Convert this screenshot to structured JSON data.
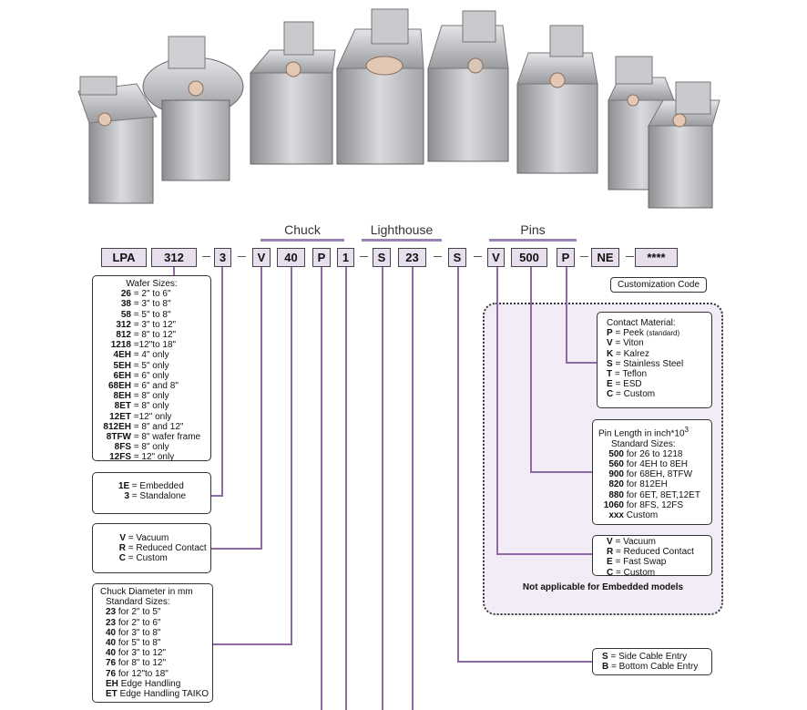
{
  "groups": {
    "chuck": "Chuck",
    "lighthouse": "Lighthouse",
    "pins": "Pins"
  },
  "codes": [
    "LPA",
    "312",
    "3",
    "V",
    "40",
    "P",
    "1",
    "S",
    "23",
    "S",
    "V",
    "500",
    "P",
    "NE",
    "****"
  ],
  "customization": "Customization Code",
  "wafer": {
    "title": "Wafer Sizes:",
    "rows": [
      {
        "code": "26",
        "desc": "= 2\" to  6\""
      },
      {
        "code": "38",
        "desc": "= 3\" to  8\""
      },
      {
        "code": "58",
        "desc": "= 5\" to  8\""
      },
      {
        "code": "312",
        "desc": "= 3\" to 12\""
      },
      {
        "code": "812",
        "desc": "= 8\" to 12\""
      },
      {
        "code": "1218",
        "desc": "=12\"to 18\""
      },
      {
        "code": "4EH",
        "desc": "= 4\"  only"
      },
      {
        "code": "5EH",
        "desc": "= 5\"  only"
      },
      {
        "code": "6EH",
        "desc": "= 6\"  only"
      },
      {
        "code": "68EH",
        "desc": "= 6\"  and 8\""
      },
      {
        "code": "8EH",
        "desc": "= 8\"  only"
      },
      {
        "code": "8ET",
        "desc": "= 8\"  only"
      },
      {
        "code": "12ET",
        "desc": "=12\" only"
      },
      {
        "code": "812EH",
        "desc": "= 8\" and 12\""
      },
      {
        "code": "8TFW",
        "desc": "= 8\" wafer frame"
      },
      {
        "code": "8FS",
        "desc": "= 8\" only"
      },
      {
        "code": "12FS",
        "desc": "= 12\" only"
      }
    ]
  },
  "mount": {
    "rows": [
      {
        "code": "1E",
        "desc": "= Embedded"
      },
      {
        "code": "3",
        "desc": "= Standalone"
      }
    ]
  },
  "chuck_type": {
    "rows": [
      {
        "code": "V",
        "desc": "= Vacuum"
      },
      {
        "code": "R",
        "desc": "= Reduced Contact"
      },
      {
        "code": "C",
        "desc": "= Custom"
      }
    ]
  },
  "diameter": {
    "title": "Chuck Diameter in mm",
    "subtitle": "Standard Sizes:",
    "rows": [
      {
        "code": "23",
        "desc": "for 2\" to  5\""
      },
      {
        "code": "23",
        "desc": "for 2\" to  6\""
      },
      {
        "code": "40",
        "desc": "for 3\" to  8\""
      },
      {
        "code": "40",
        "desc": "for 5\" to  8\""
      },
      {
        "code": "40",
        "desc": "for 3\" to 12\""
      },
      {
        "code": "76",
        "desc": "for 8\" to 12\""
      },
      {
        "code": "76",
        "desc": "for 12\"to 18\""
      },
      {
        "code": "EH",
        "desc": "Edge Handling"
      },
      {
        "code": "ET",
        "desc": "Edge Handling TAIKO"
      }
    ]
  },
  "material": {
    "title": "Contact Material:",
    "rows": [
      {
        "code": "P",
        "desc": "= Peek",
        "extra": "(standard)"
      },
      {
        "code": "V",
        "desc": "= Viton",
        "extra": ""
      },
      {
        "code": "K",
        "desc": "= Kalrez",
        "extra": ""
      },
      {
        "code": "S",
        "desc": "= Stainless Steel",
        "extra": ""
      },
      {
        "code": "T",
        "desc": "= Teflon",
        "extra": ""
      },
      {
        "code": "E",
        "desc": "= ESD",
        "extra": ""
      },
      {
        "code": "C",
        "desc": "= Custom",
        "extra": ""
      }
    ]
  },
  "pinlen": {
    "title": "Pin Length in inch*10",
    "title_sup": "3",
    "subtitle": "Standard Sizes:",
    "rows": [
      {
        "code": "500",
        "desc": "for 26 to  1218"
      },
      {
        "code": "560",
        "desc": "for 4EH to 8EH"
      },
      {
        "code": "900",
        "desc": "for 68EH, 8TFW"
      },
      {
        "code": "820",
        "desc": "for 812EH"
      },
      {
        "code": "880",
        "desc": "for 6ET, 8ET,12ET"
      },
      {
        "code": "1060",
        "desc": "for 8FS, 12FS"
      },
      {
        "code": "xxx",
        "desc": "Custom"
      }
    ]
  },
  "pintype": {
    "rows": [
      {
        "code": "V",
        "desc": "= Vacuum"
      },
      {
        "code": "R",
        "desc": "= Reduced Contact"
      },
      {
        "code": "E",
        "desc": "= Fast Swap"
      },
      {
        "code": "C",
        "desc": "= Custom"
      }
    ]
  },
  "note": "Not applicable for Embedded models",
  "cable": {
    "rows": [
      {
        "code": "S",
        "desc": "= Side Cable Entry"
      },
      {
        "code": "B",
        "desc": "= Bottom Cable Entry"
      }
    ]
  }
}
